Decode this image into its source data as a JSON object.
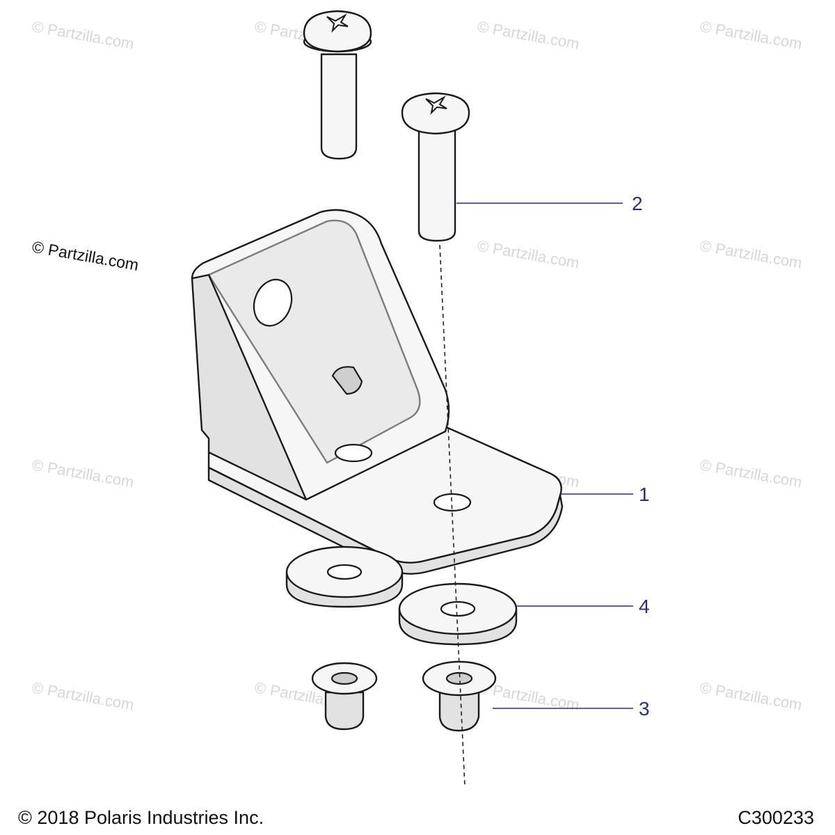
{
  "watermark": {
    "text": "© Partzilla.com",
    "main_text": "© Partzilla.com"
  },
  "callouts": [
    {
      "label": "1"
    },
    {
      "label": "2"
    },
    {
      "label": "3"
    },
    {
      "label": "4"
    }
  ],
  "footer": {
    "copyright": "© 2018 Polaris Industries Inc.",
    "code": "C300233"
  },
  "icons": [
    "screw-icon",
    "bracket-icon",
    "washer-icon",
    "flange-nut-icon"
  ],
  "colors": {
    "callout": "#2a2f7a",
    "watermark": "#d6d6d6"
  }
}
